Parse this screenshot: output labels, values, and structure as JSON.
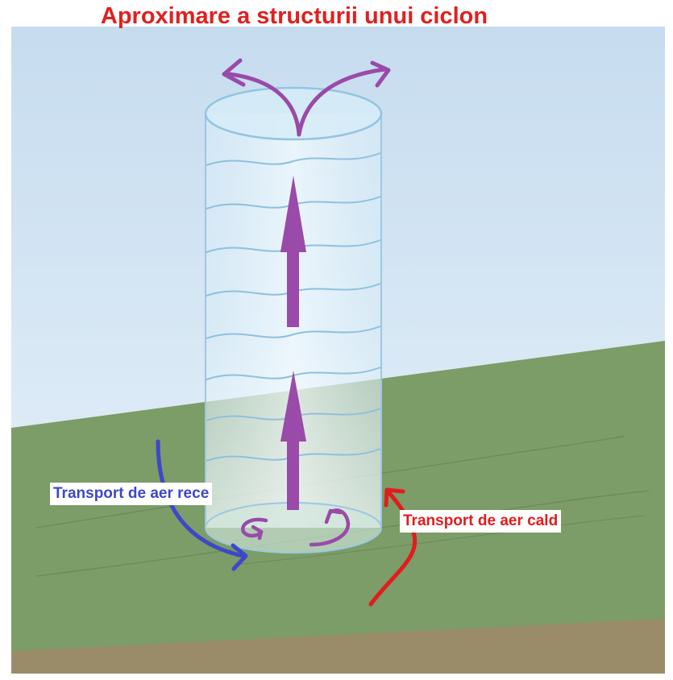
{
  "title": "Aproximare a structurii unui ciclon",
  "labels": {
    "cold": "Transport de aer rece",
    "warm": "Transport de aer cald"
  },
  "colors": {
    "title": "#e02020",
    "cold_air": "#3f47c9",
    "warm_air": "#e21c1c",
    "updraft": "#9a4aa8",
    "sky_top": "#c9dff0",
    "ground": "#7c9c68",
    "soil": "#9a8c69",
    "cylinder": "#8fc0dc"
  }
}
